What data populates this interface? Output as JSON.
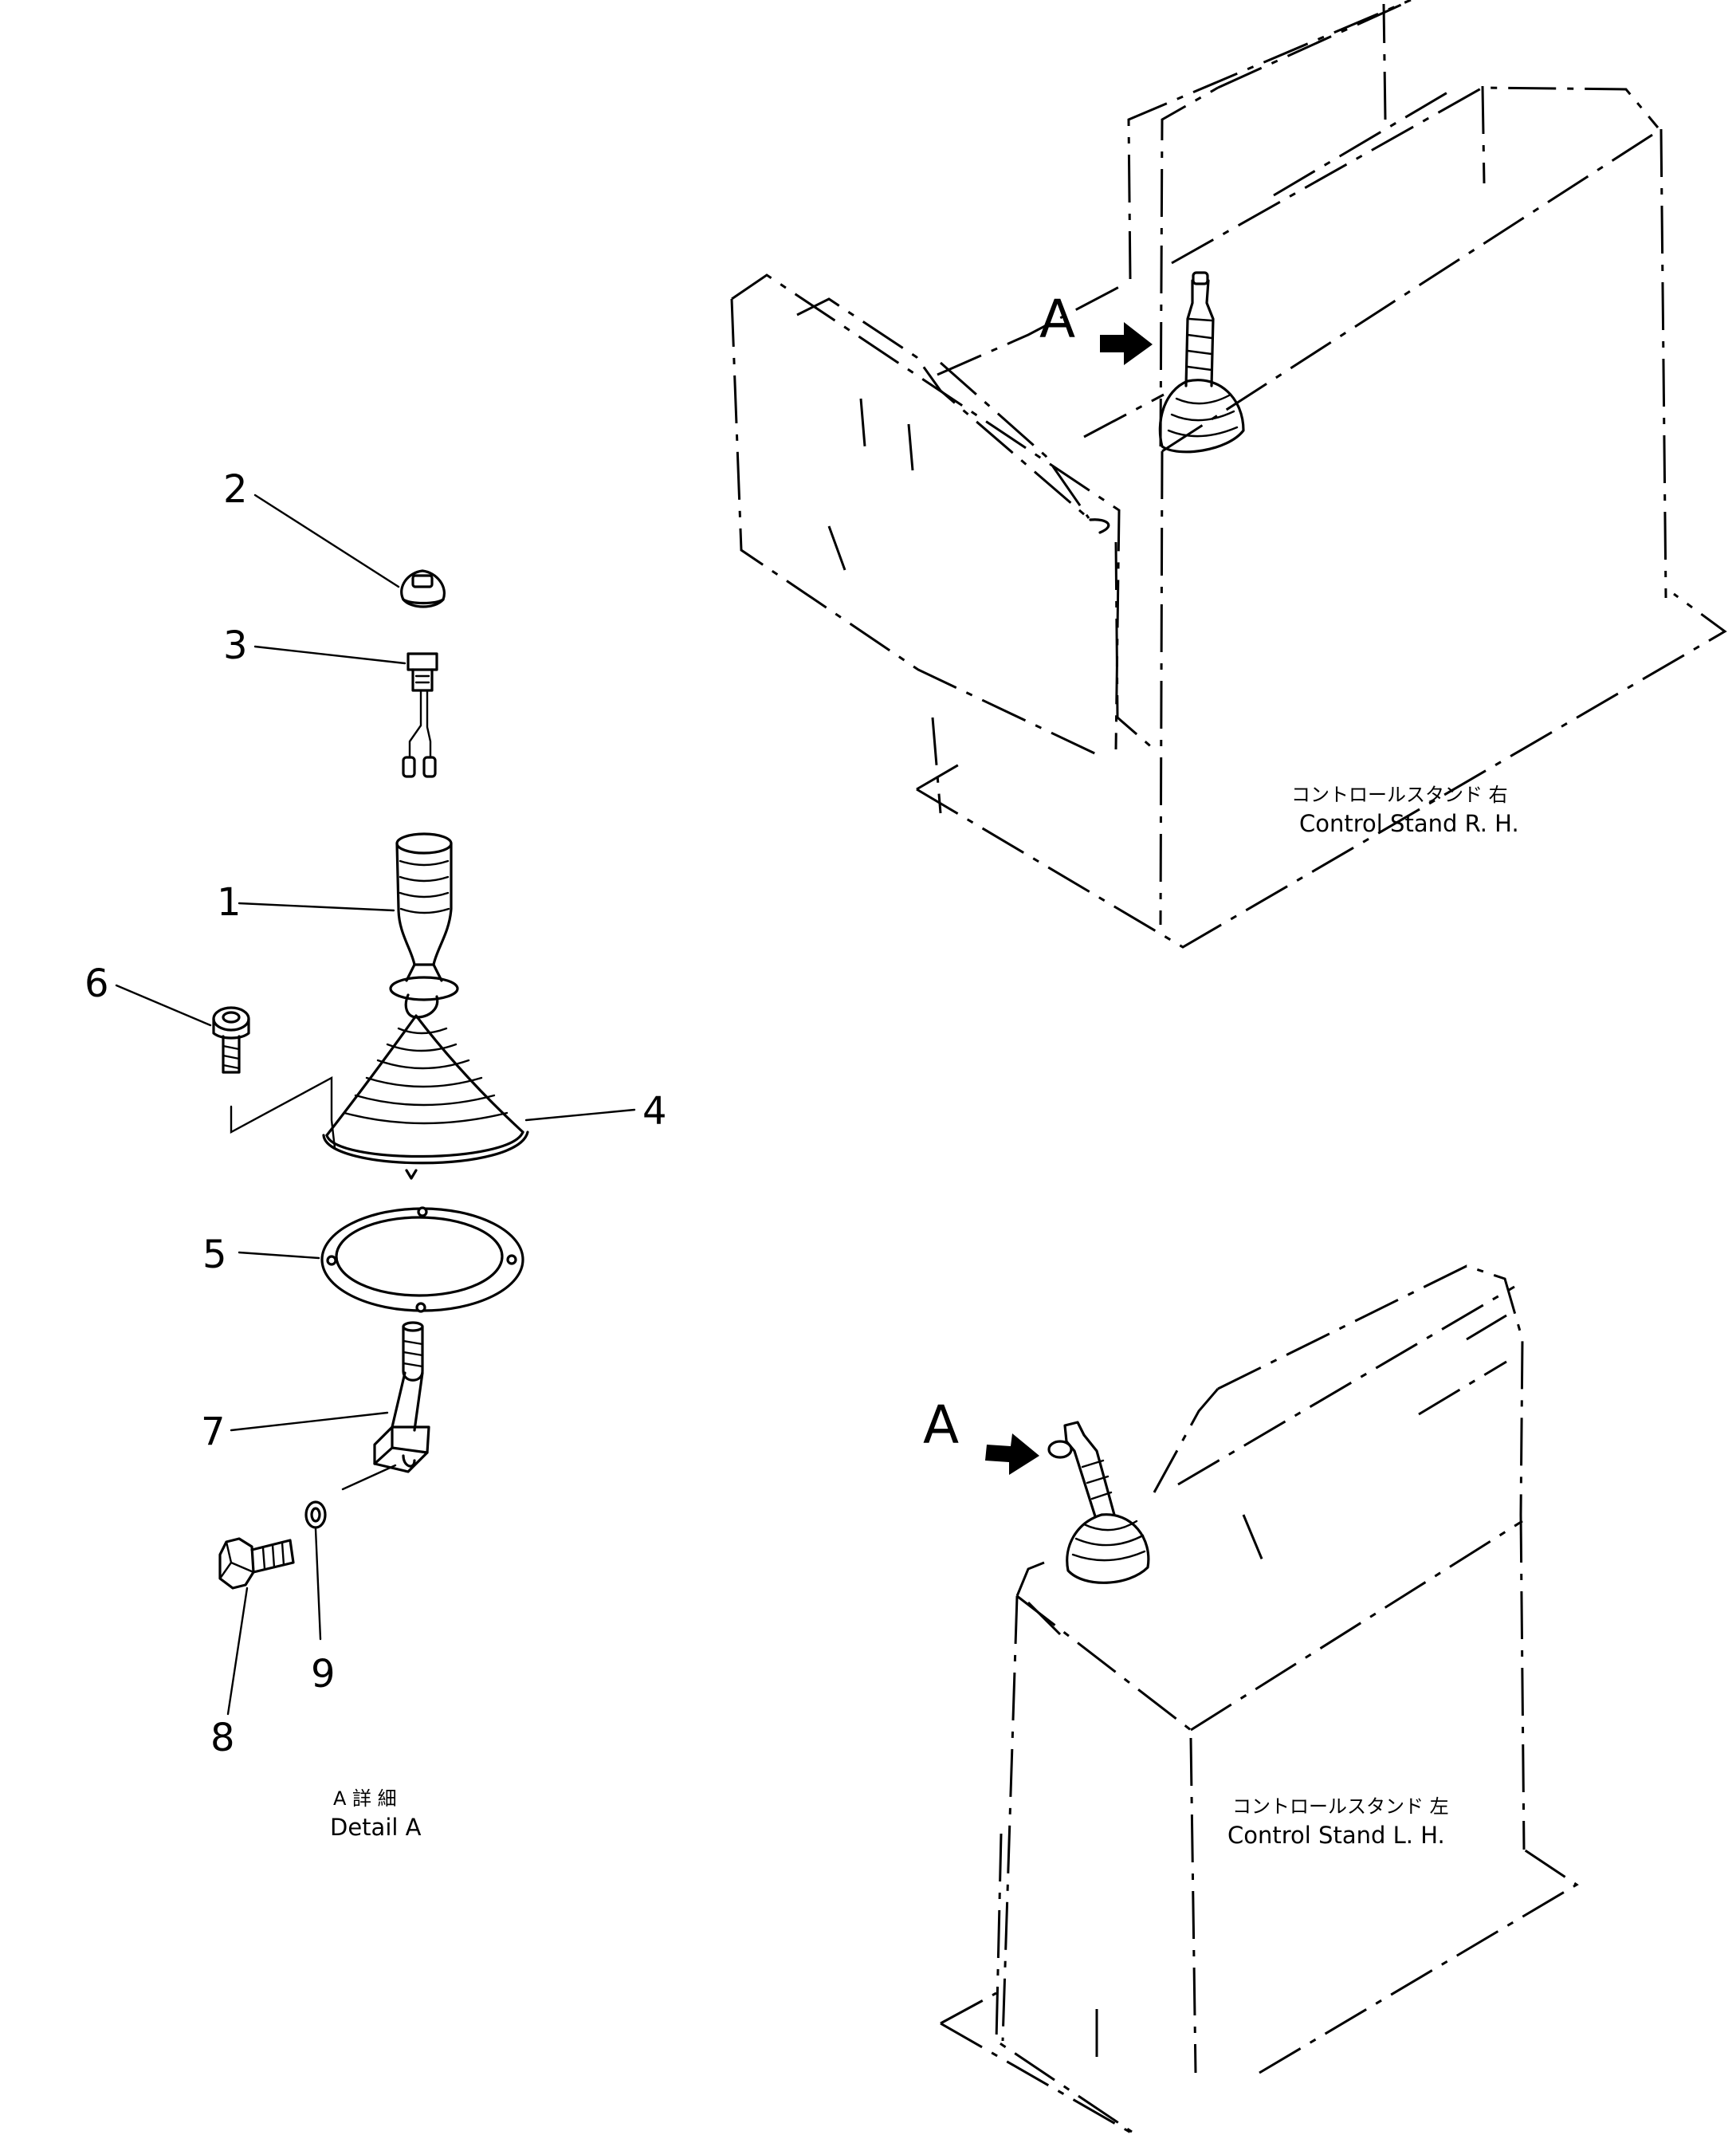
{
  "callouts": {
    "p1": "1",
    "p2": "2",
    "p3": "3",
    "p4": "4",
    "p5": "5",
    "p6": "6",
    "p7": "7",
    "p8": "8",
    "p9": "9"
  },
  "detail": {
    "jp": "A 詳 細",
    "en": "Detail A"
  },
  "views": {
    "rh": {
      "marker": "A",
      "jp": "コントロールスタンド 右",
      "en": "Control Stand R. H."
    },
    "lh": {
      "marker": "A",
      "jp": "コントロールスタンド 左",
      "en": "Control Stand L. H."
    }
  }
}
